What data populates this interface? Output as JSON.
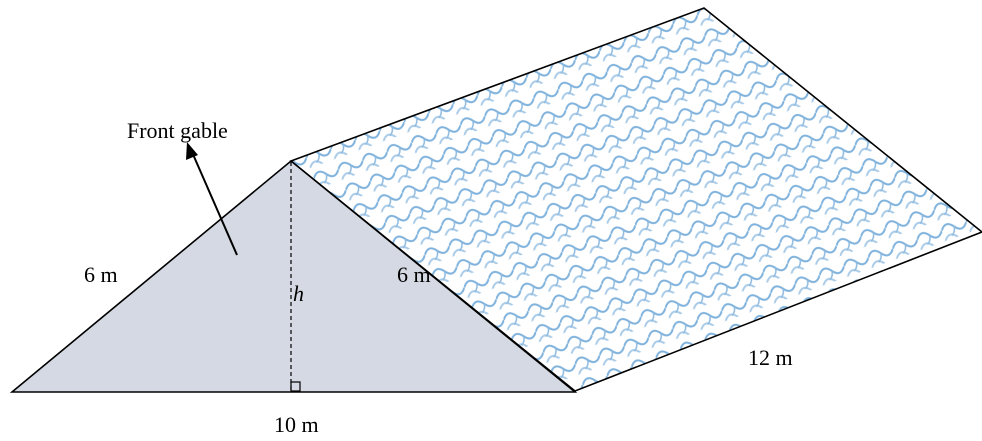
{
  "labels": {
    "front_gable": "Front gable",
    "left_slope": "6 m",
    "right_slope": "6 m",
    "height": "h",
    "base": "10 m",
    "depth": "12 m"
  },
  "colors": {
    "gable_fill": "#d5d9e3",
    "roof_fill": "#ffffff",
    "tile_pattern": "#6aa6d8",
    "outline": "#000000"
  }
}
